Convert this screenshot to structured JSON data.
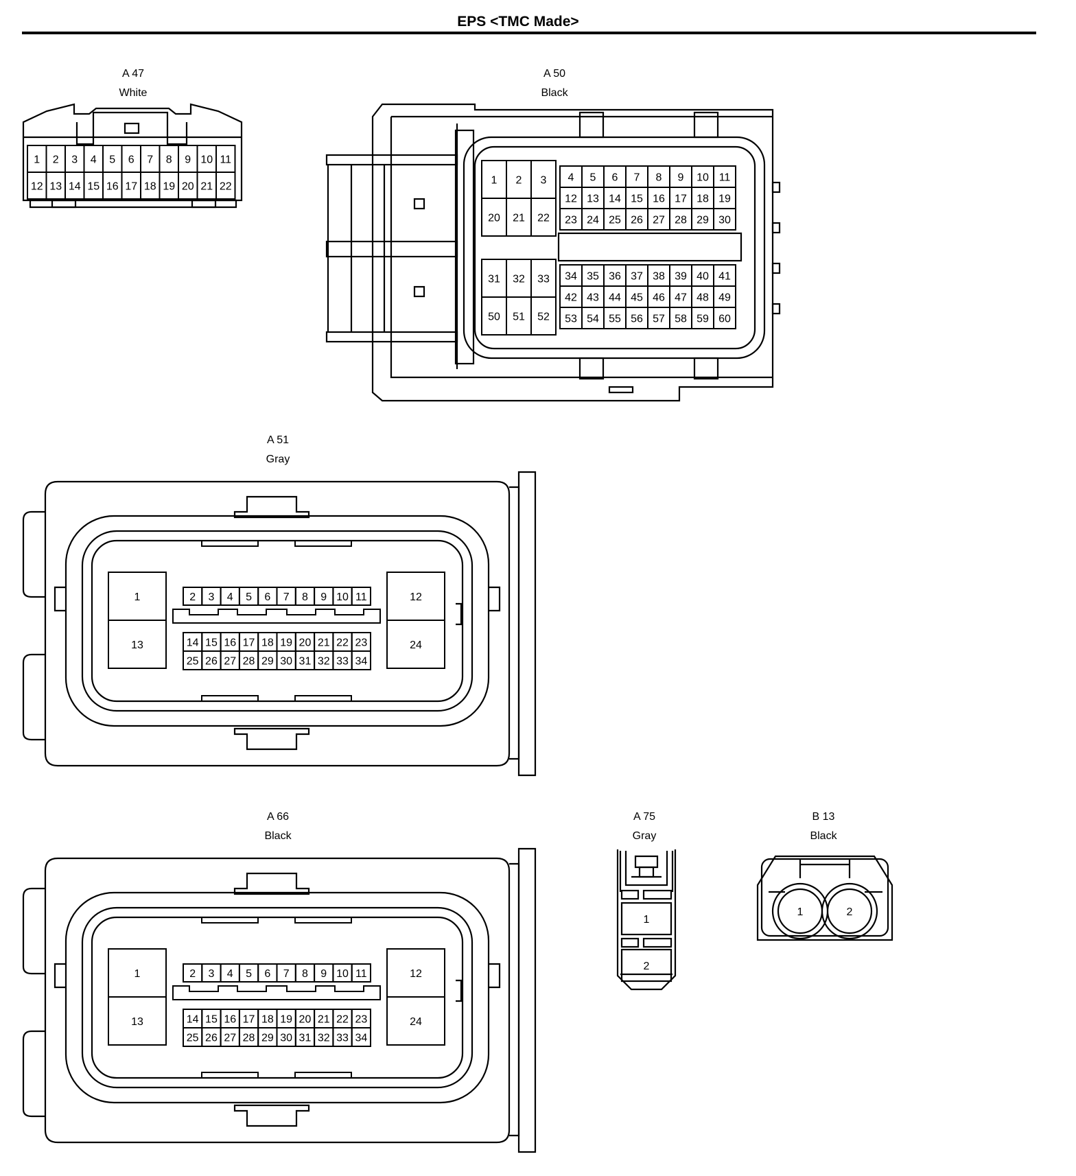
{
  "page_title": "EPS <TMC Made>",
  "connectors": [
    {
      "id": "A 47",
      "color": "White",
      "rows": [
        [
          "1",
          "2",
          "3",
          "4",
          "5",
          "6",
          "7",
          "8",
          "9",
          "10",
          "11"
        ],
        [
          "12",
          "13",
          "14",
          "15",
          "16",
          "17",
          "18",
          "19",
          "20",
          "21",
          "22"
        ]
      ]
    },
    {
      "id": "A 50",
      "color": "Black",
      "left_block_top": [
        [
          "1",
          "2",
          "3"
        ],
        [
          "20",
          "21",
          "22"
        ]
      ],
      "right_block_top": [
        [
          "4",
          "5",
          "6",
          "7",
          "8",
          "9",
          "10",
          "11"
        ],
        [
          "12",
          "13",
          "14",
          "15",
          "16",
          "17",
          "18",
          "19"
        ],
        [
          "23",
          "24",
          "25",
          "26",
          "27",
          "28",
          "29",
          "30"
        ]
      ],
      "left_block_bottom": [
        [
          "31",
          "32",
          "33"
        ],
        [
          "50",
          "51",
          "52"
        ]
      ],
      "right_block_bottom": [
        [
          "34",
          "35",
          "36",
          "37",
          "38",
          "39",
          "40",
          "41"
        ],
        [
          "42",
          "43",
          "44",
          "45",
          "46",
          "47",
          "48",
          "49"
        ],
        [
          "53",
          "54",
          "55",
          "56",
          "57",
          "58",
          "59",
          "60"
        ]
      ]
    },
    {
      "id": "A 51",
      "color": "Gray",
      "big_left": [
        "1",
        "13"
      ],
      "big_right": [
        "12",
        "24"
      ],
      "top_row": [
        "2",
        "3",
        "4",
        "5",
        "6",
        "7",
        "8",
        "9",
        "10",
        "11"
      ],
      "bottom_rows": [
        [
          "14",
          "15",
          "16",
          "17",
          "18",
          "19",
          "20",
          "21",
          "22",
          "23"
        ],
        [
          "25",
          "26",
          "27",
          "28",
          "29",
          "30",
          "31",
          "32",
          "33",
          "34"
        ]
      ]
    },
    {
      "id": "A 66",
      "color": "Black",
      "big_left": [
        "1",
        "13"
      ],
      "big_right": [
        "12",
        "24"
      ],
      "top_row": [
        "2",
        "3",
        "4",
        "5",
        "6",
        "7",
        "8",
        "9",
        "10",
        "11"
      ],
      "bottom_rows": [
        [
          "14",
          "15",
          "16",
          "17",
          "18",
          "19",
          "20",
          "21",
          "22",
          "23"
        ],
        [
          "25",
          "26",
          "27",
          "28",
          "29",
          "30",
          "31",
          "32",
          "33",
          "34"
        ]
      ]
    },
    {
      "id": "A 75",
      "color": "Gray",
      "pins": [
        "1",
        "2"
      ]
    },
    {
      "id": "B 13",
      "color": "Black",
      "pins": [
        "1",
        "2"
      ]
    }
  ]
}
